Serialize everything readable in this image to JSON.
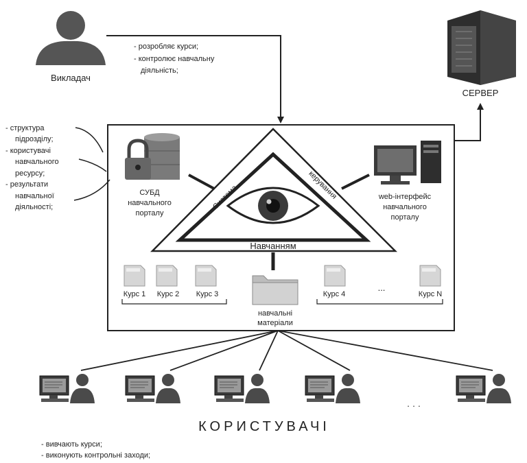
{
  "teacher": {
    "label": "Викладач",
    "duties": [
      "- розробляє курси;",
      "- контролює навчальну",
      "діяльність;"
    ]
  },
  "server": {
    "label": "СЕРВЕР"
  },
  "left_notes": [
    "- структура",
    "підрозділу;",
    "- користувачі",
    "навчального",
    "ресурсу;",
    "- результати",
    "навчальної",
    "діяльності;"
  ],
  "dbms": {
    "lines": [
      "СУБД",
      "навчального",
      "порталу"
    ]
  },
  "web": {
    "lines": [
      "web-інтерфейс",
      "навчального",
      "порталу"
    ]
  },
  "triangle": {
    "left": "Система",
    "right": "керування",
    "bottom": "Навчанням"
  },
  "courses": [
    "Курс 1",
    "Курс 2",
    "Курс 3",
    "Курс 4",
    "Курс N"
  ],
  "ellipsis": "...",
  "materials": {
    "lines": [
      "навчальні",
      "матеріали"
    ]
  },
  "users": {
    "label": "КОРИСТУВАЧІ",
    "duties": [
      "- вивчають курси;",
      "- виконують контрольні заходи;"
    ],
    "ellipsis": "· · ·"
  }
}
